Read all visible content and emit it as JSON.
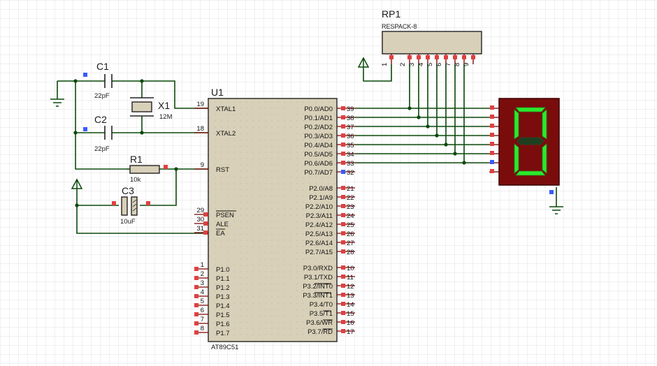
{
  "components": {
    "u1": {
      "ref": "U1",
      "part": "AT89C51"
    },
    "rp1": {
      "ref": "RP1",
      "part": "RESPACK-8",
      "pins": [
        "1",
        "2",
        "3",
        "4",
        "5",
        "6",
        "7",
        "8",
        "9"
      ]
    },
    "c1": {
      "ref": "C1",
      "value": "22pF"
    },
    "c2": {
      "ref": "C2",
      "value": "22pF"
    },
    "c3": {
      "ref": "C3",
      "value": "10uF"
    },
    "r1": {
      "ref": "R1",
      "value": "10k"
    },
    "x1": {
      "ref": "X1",
      "value": "12M"
    }
  },
  "u1_left_pins": [
    {
      "num": "19",
      "name": "XTAL1"
    },
    {
      "num": "18",
      "name": "XTAL2"
    },
    {
      "num": "9",
      "name": "RST"
    },
    {
      "num": "29",
      "name": "PSEN"
    },
    {
      "num": "30",
      "name": "ALE"
    },
    {
      "num": "31",
      "name": "EA"
    },
    {
      "num": "1",
      "name": "P1.0"
    },
    {
      "num": "2",
      "name": "P1.1"
    },
    {
      "num": "3",
      "name": "P1.2"
    },
    {
      "num": "4",
      "name": "P1.3"
    },
    {
      "num": "5",
      "name": "P1.4"
    },
    {
      "num": "6",
      "name": "P1.5"
    },
    {
      "num": "7",
      "name": "P1.6"
    },
    {
      "num": "8",
      "name": "P1.7"
    }
  ],
  "u1_right_pins": [
    {
      "num": "39",
      "name": "P0.0/AD0"
    },
    {
      "num": "38",
      "name": "P0.1/AD1"
    },
    {
      "num": "37",
      "name": "P0.2/AD2"
    },
    {
      "num": "36",
      "name": "P0.3/AD3"
    },
    {
      "num": "35",
      "name": "P0.4/AD4"
    },
    {
      "num": "34",
      "name": "P0.5/AD5"
    },
    {
      "num": "33",
      "name": "P0.6/AD6"
    },
    {
      "num": "32",
      "name": "P0.7/AD7"
    },
    {
      "num": "21",
      "name": "P2.0/A8"
    },
    {
      "num": "22",
      "name": "P2.1/A9"
    },
    {
      "num": "23",
      "name": "P2.2/A10"
    },
    {
      "num": "24",
      "name": "P2.3/A11"
    },
    {
      "num": "25",
      "name": "P2.4/A12"
    },
    {
      "num": "26",
      "name": "P2.5/A13"
    },
    {
      "num": "27",
      "name": "P2.6/A14"
    },
    {
      "num": "28",
      "name": "P2.7/A15"
    },
    {
      "num": "10",
      "name": "P3.0/RXD"
    },
    {
      "num": "11",
      "name": "P3.1/TXD"
    },
    {
      "num": "12",
      "name": "P3.2/INT0"
    },
    {
      "num": "13",
      "name": "P3.3/INT1"
    },
    {
      "num": "14",
      "name": "P3.4/T0"
    },
    {
      "num": "15",
      "name": "P3.5/T1"
    },
    {
      "num": "16",
      "name": "P3.6/WR"
    },
    {
      "num": "17",
      "name": "P3.7/RD"
    }
  ],
  "display": {
    "digit": "0",
    "segment_on_color": "#2ee82e",
    "segment_off_color": "#1f3f1f",
    "body_color": "#7a0c0c"
  },
  "colors": {
    "wire": "#0b4a0b",
    "chip_fill": "#d8d0b8",
    "grid": "#e2e2e2",
    "pin_end": "#e04040",
    "pin_marker": "#3a5aff"
  }
}
